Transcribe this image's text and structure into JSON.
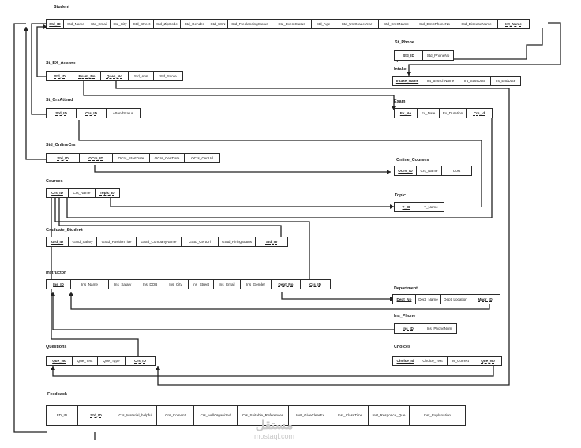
{
  "tables": [
    {
      "id": "student",
      "name": "Student",
      "columns": [
        {
          "label": "Std_ID",
          "key": "pk"
        },
        {
          "label": "Std_Name"
        },
        {
          "label": "Std_Email"
        },
        {
          "label": "Std_City"
        },
        {
          "label": "Std_Street"
        },
        {
          "label": "Std_ZipCode"
        },
        {
          "label": "Std_Gender"
        },
        {
          "label": "Std_SSN"
        },
        {
          "label": "Std_FreelancingStatus"
        },
        {
          "label": "Std_EventStatus"
        },
        {
          "label": "Std_Age"
        },
        {
          "label": "Std_UniGradeYear"
        },
        {
          "label": "Std_EmCName"
        },
        {
          "label": "Std_EmCPhoneNo"
        },
        {
          "label": "Std_DiseaseName"
        },
        {
          "label": "Int_Name",
          "key": "fk"
        }
      ]
    },
    {
      "id": "st_phone",
      "name": "St_Phone",
      "columns": [
        {
          "label": "Std_ID",
          "key": "fk"
        },
        {
          "label": "Std_PhoneNo"
        }
      ]
    },
    {
      "id": "intake",
      "name": "Intake",
      "columns": [
        {
          "label": "Intake_Name",
          "key": "pk"
        },
        {
          "label": "Int_BranchName"
        },
        {
          "label": "Int_StartDate"
        },
        {
          "label": "Int_EndDate"
        }
      ]
    },
    {
      "id": "st_ex_answer",
      "name": "St_EX_Answer",
      "columns": [
        {
          "label": "Std_ID",
          "key": "fk"
        },
        {
          "label": "Exam_No",
          "key": "fk"
        },
        {
          "label": "Ques_No",
          "key": "fk"
        },
        {
          "label": "Std_Ans"
        },
        {
          "label": "Std_Score"
        }
      ]
    },
    {
      "id": "st_crsattend",
      "name": "St_CrsAttend",
      "columns": [
        {
          "label": "Std_ID",
          "key": "fk"
        },
        {
          "label": "Crs_ID",
          "key": "fk"
        },
        {
          "label": "AttendStatus"
        }
      ]
    },
    {
      "id": "exam",
      "name": "Exam",
      "columns": [
        {
          "label": "Ex_No",
          "key": "pk"
        },
        {
          "label": "Ex_Date"
        },
        {
          "label": "Ex_Duration"
        },
        {
          "label": "Crs_id",
          "key": "fk"
        }
      ]
    },
    {
      "id": "std_onlinecrs",
      "name": "Std_OnlineCrs",
      "columns": [
        {
          "label": "Std_ID",
          "key": "fk"
        },
        {
          "label": "OCrs_ID",
          "key": "fk"
        },
        {
          "label": "OCrs_StartDate"
        },
        {
          "label": "OCrs_CertDate"
        },
        {
          "label": "OCrs_CertUrl"
        }
      ]
    },
    {
      "id": "online_courses",
      "name": "Online_Courses",
      "columns": [
        {
          "label": "OCrs_ID",
          "key": "pk"
        },
        {
          "label": "Crs_Name"
        },
        {
          "label": "Cost"
        }
      ]
    },
    {
      "id": "courses",
      "name": "Courses",
      "columns": [
        {
          "label": "Crs_ID",
          "key": "pk"
        },
        {
          "label": "Crs_Name"
        },
        {
          "label": "Topic_ID",
          "key": "fk"
        }
      ]
    },
    {
      "id": "topic",
      "name": "Topic",
      "columns": [
        {
          "label": "T_ID",
          "key": "pk"
        },
        {
          "label": "T_Name"
        }
      ]
    },
    {
      "id": "graduate_student",
      "name": "Graduate_Student",
      "columns": [
        {
          "label": "Grd_ID",
          "key": "pk"
        },
        {
          "label": "GStd_Salary"
        },
        {
          "label": "GStd_PositionTitle"
        },
        {
          "label": "GStd_CompanyName"
        },
        {
          "label": "GStd_CertUrl"
        },
        {
          "label": "GStd_HiringStatus"
        },
        {
          "label": "Std_ID",
          "key": "fk"
        }
      ]
    },
    {
      "id": "instructor",
      "name": "Instructor",
      "columns": [
        {
          "label": "Ins_ID",
          "key": "pk"
        },
        {
          "label": "Ins_Name"
        },
        {
          "label": "Ins_Salary"
        },
        {
          "label": "Ins_DOB"
        },
        {
          "label": "Ins_City"
        },
        {
          "label": "Ins_Street"
        },
        {
          "label": "Ins_Email"
        },
        {
          "label": "Ins_Gender"
        },
        {
          "label": "Dept_No",
          "key": "fk"
        },
        {
          "label": "Crs_ID",
          "key": "fk"
        }
      ]
    },
    {
      "id": "department",
      "name": "Department",
      "columns": [
        {
          "label": "Dept_No",
          "key": "pk"
        },
        {
          "label": "Dept_Name"
        },
        {
          "label": "Dept_Location"
        },
        {
          "label": "Mngr_ID",
          "key": "fk"
        }
      ]
    },
    {
      "id": "ins_phone",
      "name": "Ins_Phone",
      "columns": [
        {
          "label": "Ins_ID",
          "key": "fk"
        },
        {
          "label": "Ins_PhoneNum"
        }
      ]
    },
    {
      "id": "questions",
      "name": "Questions",
      "columns": [
        {
          "label": "Que_No",
          "key": "pk"
        },
        {
          "label": "Que_Text"
        },
        {
          "label": "Que_Type"
        },
        {
          "label": "Crs_ID",
          "key": "fk"
        }
      ]
    },
    {
      "id": "choices",
      "name": "Choices",
      "columns": [
        {
          "label": "Choice_Id",
          "key": "pk"
        },
        {
          "label": "Choice_Text"
        },
        {
          "label": "Is_Correct"
        },
        {
          "label": "Que_No",
          "key": "fk"
        }
      ]
    },
    {
      "id": "feedback",
      "name": "Feedback",
      "columns": [
        {
          "label": "FD_ID"
        },
        {
          "label": "Std_ID",
          "key": "fk"
        },
        {
          "label": "Crs_Material_helpful"
        },
        {
          "label": "Crs_Coment"
        },
        {
          "label": "Crs_wellOrganized"
        },
        {
          "label": "Crs_Suitable_References"
        },
        {
          "label": "Inst_GiveClearEx"
        },
        {
          "label": "Inst_ClassTime"
        },
        {
          "label": "Inst_Responce_Que"
        },
        {
          "label": "Inst_Explanation"
        }
      ]
    }
  ],
  "watermark": {
    "arabic": "مستقل",
    "latin": "mostaql.com"
  }
}
